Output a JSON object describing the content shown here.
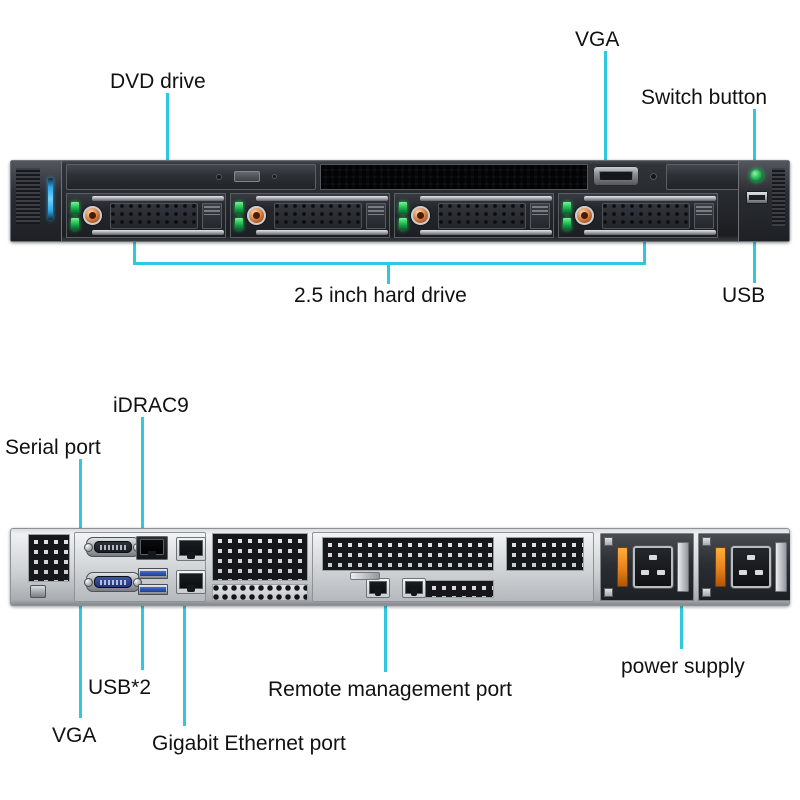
{
  "diagram": {
    "title": "Rack server front and rear panel callout diagram",
    "leader_color": "#2ec9de",
    "views": [
      "front-panel",
      "rear-panel"
    ]
  },
  "front": {
    "labels": {
      "dvd_drive": "DVD drive",
      "vga": "VGA",
      "switch_button": "Switch button",
      "hard_drive": "2.5 inch hard drive",
      "usb": "USB"
    },
    "components": {
      "drive_bay_count": 4,
      "optical_bay": "DVD drive bay",
      "status_bar": "system status indicator",
      "power_button": "power switch button",
      "usb_port": "front USB port",
      "vga_port": "front VGA port"
    }
  },
  "rear": {
    "labels": {
      "serial_port": "Serial port",
      "idrac9": "iDRAC9",
      "vga": "VGA",
      "usb2": "USB*2",
      "gigabit": "Gigabit Ethernet port",
      "remote_mgmt": "Remote management port",
      "power_supply": "power supply"
    },
    "components": {
      "serial_connector": "DB9 serial connector",
      "vga_connector": "DB15 VGA connector",
      "idrac_connector": "iDRAC9 dedicated RJ45",
      "usb_ports": 2,
      "ethernet_ports": 2,
      "remote_ports": 2,
      "psu_count": 2,
      "psu_inlet": "IEC C14 inlet"
    }
  }
}
